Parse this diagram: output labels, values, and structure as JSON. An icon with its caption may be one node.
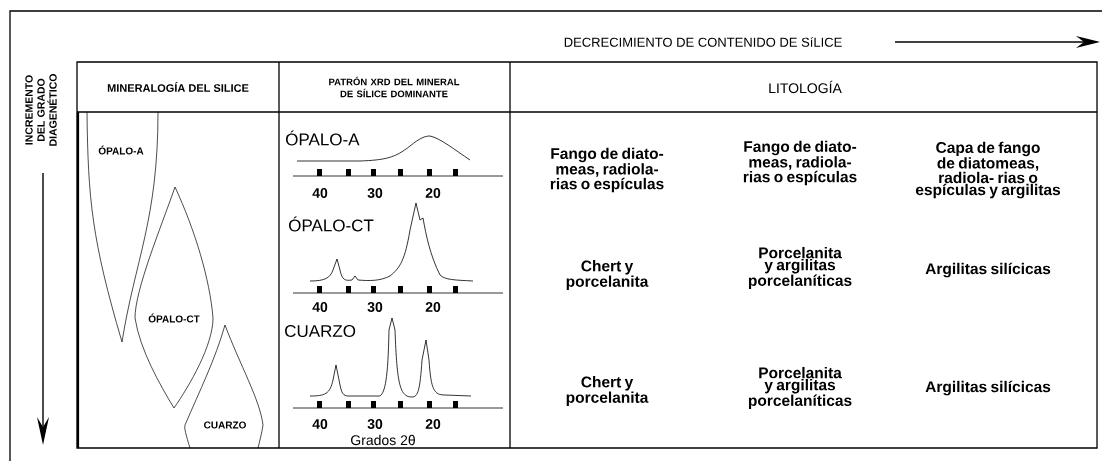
{
  "diagram": {
    "nodes": [
      {
        "text": [
          "ÓPALO-A"
        ]
      },
      {
        "text": [
          "ÓPALO-CT"
        ]
      },
      {
        "text": [
          "CUARZO"
        ]
      }
    ],
    "labels": [
      "DECRECIMIENTO DE CONTENIDO DE SíLICE",
      "INCREMENTO DEL GRADO DIAGENÉTICO",
      "MINERALOGÍA DEL SILICE",
      "PATRÓN XRD DEL MINERAL DE SÍLICE DOMINANTE",
      "LITOLOGÍA",
      "ÓPALO-A",
      "40",
      "30",
      "20",
      "ÓPALO-CT",
      "40",
      "30",
      "20",
      "CUARZO",
      "40",
      "30",
      "20",
      "Grados 2θ",
      "Fango de diato- meas, radiola- rias o espículas",
      "Fango de diato- meas, radiola- rias o espículas",
      "Capa de fango de diatomeas, radiola- rias o espículas y argilitas",
      "Chert y porcelanita",
      "Porcelanita y argilitas porcelaníticas",
      "Argilitas silícicas",
      "Chert y porcelanita",
      "Porcelanita y argilitas porcelaníticas",
      "Argilitas silícicas"
    ]
  }
}
